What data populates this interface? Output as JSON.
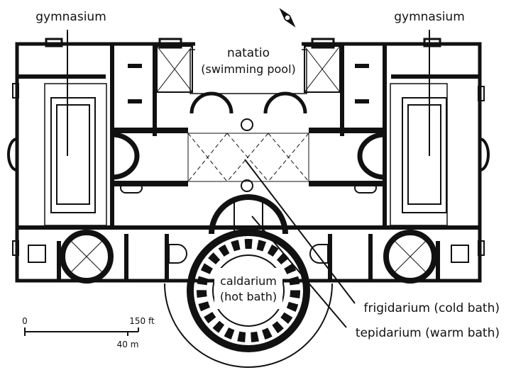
{
  "labels": {
    "gymnasium_left": "gymnasium",
    "gymnasium_right": "gymnasium",
    "natatio_line1": "natatio",
    "natatio_line2": "(swimming pool)",
    "caldarium_line1": "caldarium",
    "caldarium_line2": "(hot bath)",
    "frigidarium": "frigidarium (cold bath)",
    "tepidarium": "tepidarium (warm bath)"
  },
  "scale": {
    "zero": "0",
    "feet": "150 ft",
    "meters": "40 m"
  },
  "colors": {
    "ink": "#111111",
    "paper": "#ffffff"
  },
  "compass": "north-arrow-icon"
}
